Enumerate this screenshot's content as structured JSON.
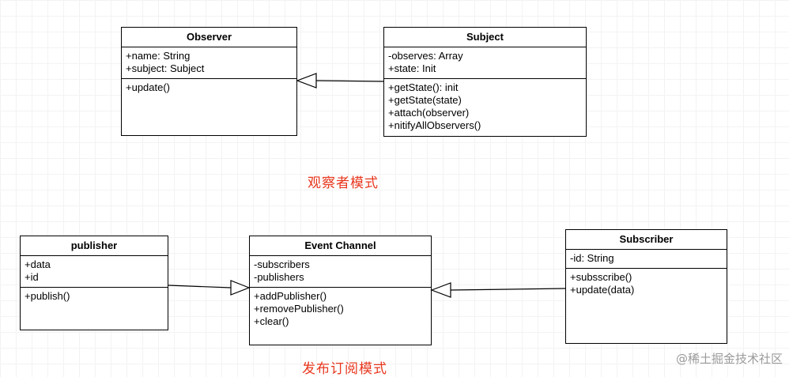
{
  "classes": {
    "observer": {
      "name": "Observer",
      "attributes": [
        "+name: String",
        "+subject: Subject"
      ],
      "methods": [
        "+update()"
      ]
    },
    "subject": {
      "name": "Subject",
      "attributes": [
        "-observes: Array",
        "+state: Init"
      ],
      "methods": [
        "+getState(): init",
        "+getState(state)",
        "+attach(observer)",
        "+nitifyAllObservers()"
      ]
    },
    "publisher": {
      "name": "publisher",
      "attributes": [
        "+data",
        "+id"
      ],
      "methods": [
        "+publish()"
      ]
    },
    "event_channel": {
      "name": "Event Channel",
      "attributes": [
        "-subscribers",
        "-publishers"
      ],
      "methods": [
        "+addPublisher()",
        "+removePublisher()",
        "+clear()"
      ]
    },
    "subscriber": {
      "name": "Subscriber",
      "attributes": [
        "-id: String"
      ],
      "methods": [
        "+subsscribe()",
        "+update(data)"
      ]
    }
  },
  "captions": {
    "observer_pattern": "观察者模式",
    "pubsub_pattern": "发布订阅模式"
  },
  "watermark": "@稀土掘金技术社区",
  "colors": {
    "caption": "#e8371e",
    "line": "#000000"
  }
}
